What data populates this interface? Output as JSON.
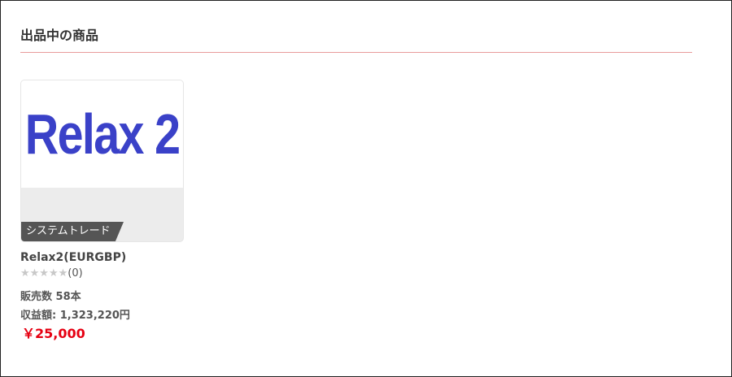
{
  "section": {
    "title": "出品中の商品"
  },
  "products": [
    {
      "thumbnail_text": "Relax 2",
      "category": "システムトレード",
      "name": "Relax2(EURGBP)",
      "stars": "★★★★★",
      "rating_count": "(0)",
      "sales": "販売数 58本",
      "revenue": "収益額: 1,323,220円",
      "price": "￥25,000"
    }
  ],
  "colors": {
    "divider": "#e89a9a",
    "thumbnail_text": "#3a41c8",
    "badge_bg": "#555555",
    "price": "#e60012",
    "star_empty": "#c8c8c8"
  }
}
